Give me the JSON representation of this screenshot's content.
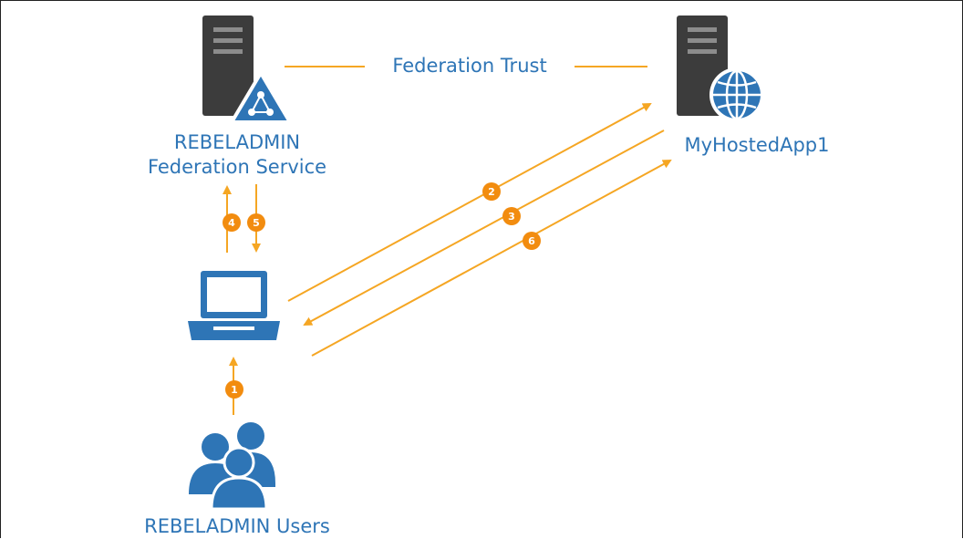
{
  "nodes": {
    "federation_service": {
      "line1": "REBELADMIN",
      "line2": "Federation Service"
    },
    "hosted_app": {
      "label": "MyHostedApp1"
    },
    "users": {
      "label": "REBELADMIN Users"
    },
    "client": {
      "icon": "laptop-icon"
    }
  },
  "trust": {
    "label": "Federation Trust"
  },
  "steps": [
    "1",
    "2",
    "3",
    "4",
    "5",
    "6"
  ],
  "colors": {
    "server": "#3c3c3c",
    "brand_blue": "#2e75b6",
    "arrow_orange": "#f5a623",
    "badge_orange": "#f28c0f"
  }
}
